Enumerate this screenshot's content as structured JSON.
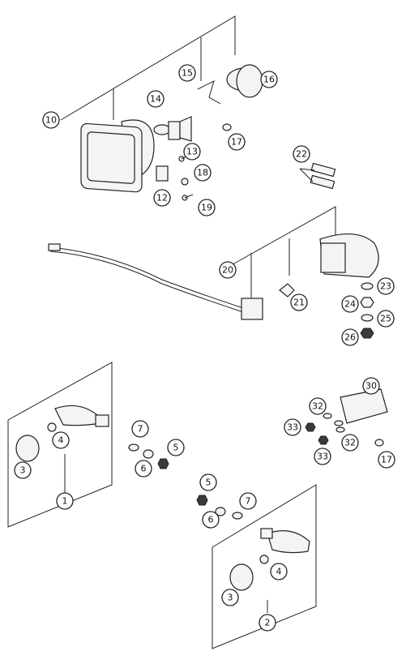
{
  "callouts": {
    "c1": "1",
    "c2": "2",
    "c3a": "3",
    "c3b": "3",
    "c4a": "4",
    "c4b": "4",
    "c5a": "5",
    "c5b": "5",
    "c6a": "6",
    "c6b": "6",
    "c7a": "7",
    "c7b": "7",
    "c10": "10",
    "c12": "12",
    "c13": "13",
    "c14": "14",
    "c15": "15",
    "c16": "16",
    "c17a": "17",
    "c17b": "17",
    "c18": "18",
    "c19": "19",
    "c20": "20",
    "c21": "21",
    "c22": "22",
    "c23": "23",
    "c24": "24",
    "c25": "25",
    "c26": "26",
    "c30": "30",
    "c32a": "32",
    "c32b": "32",
    "c33a": "33",
    "c33b": "33"
  }
}
